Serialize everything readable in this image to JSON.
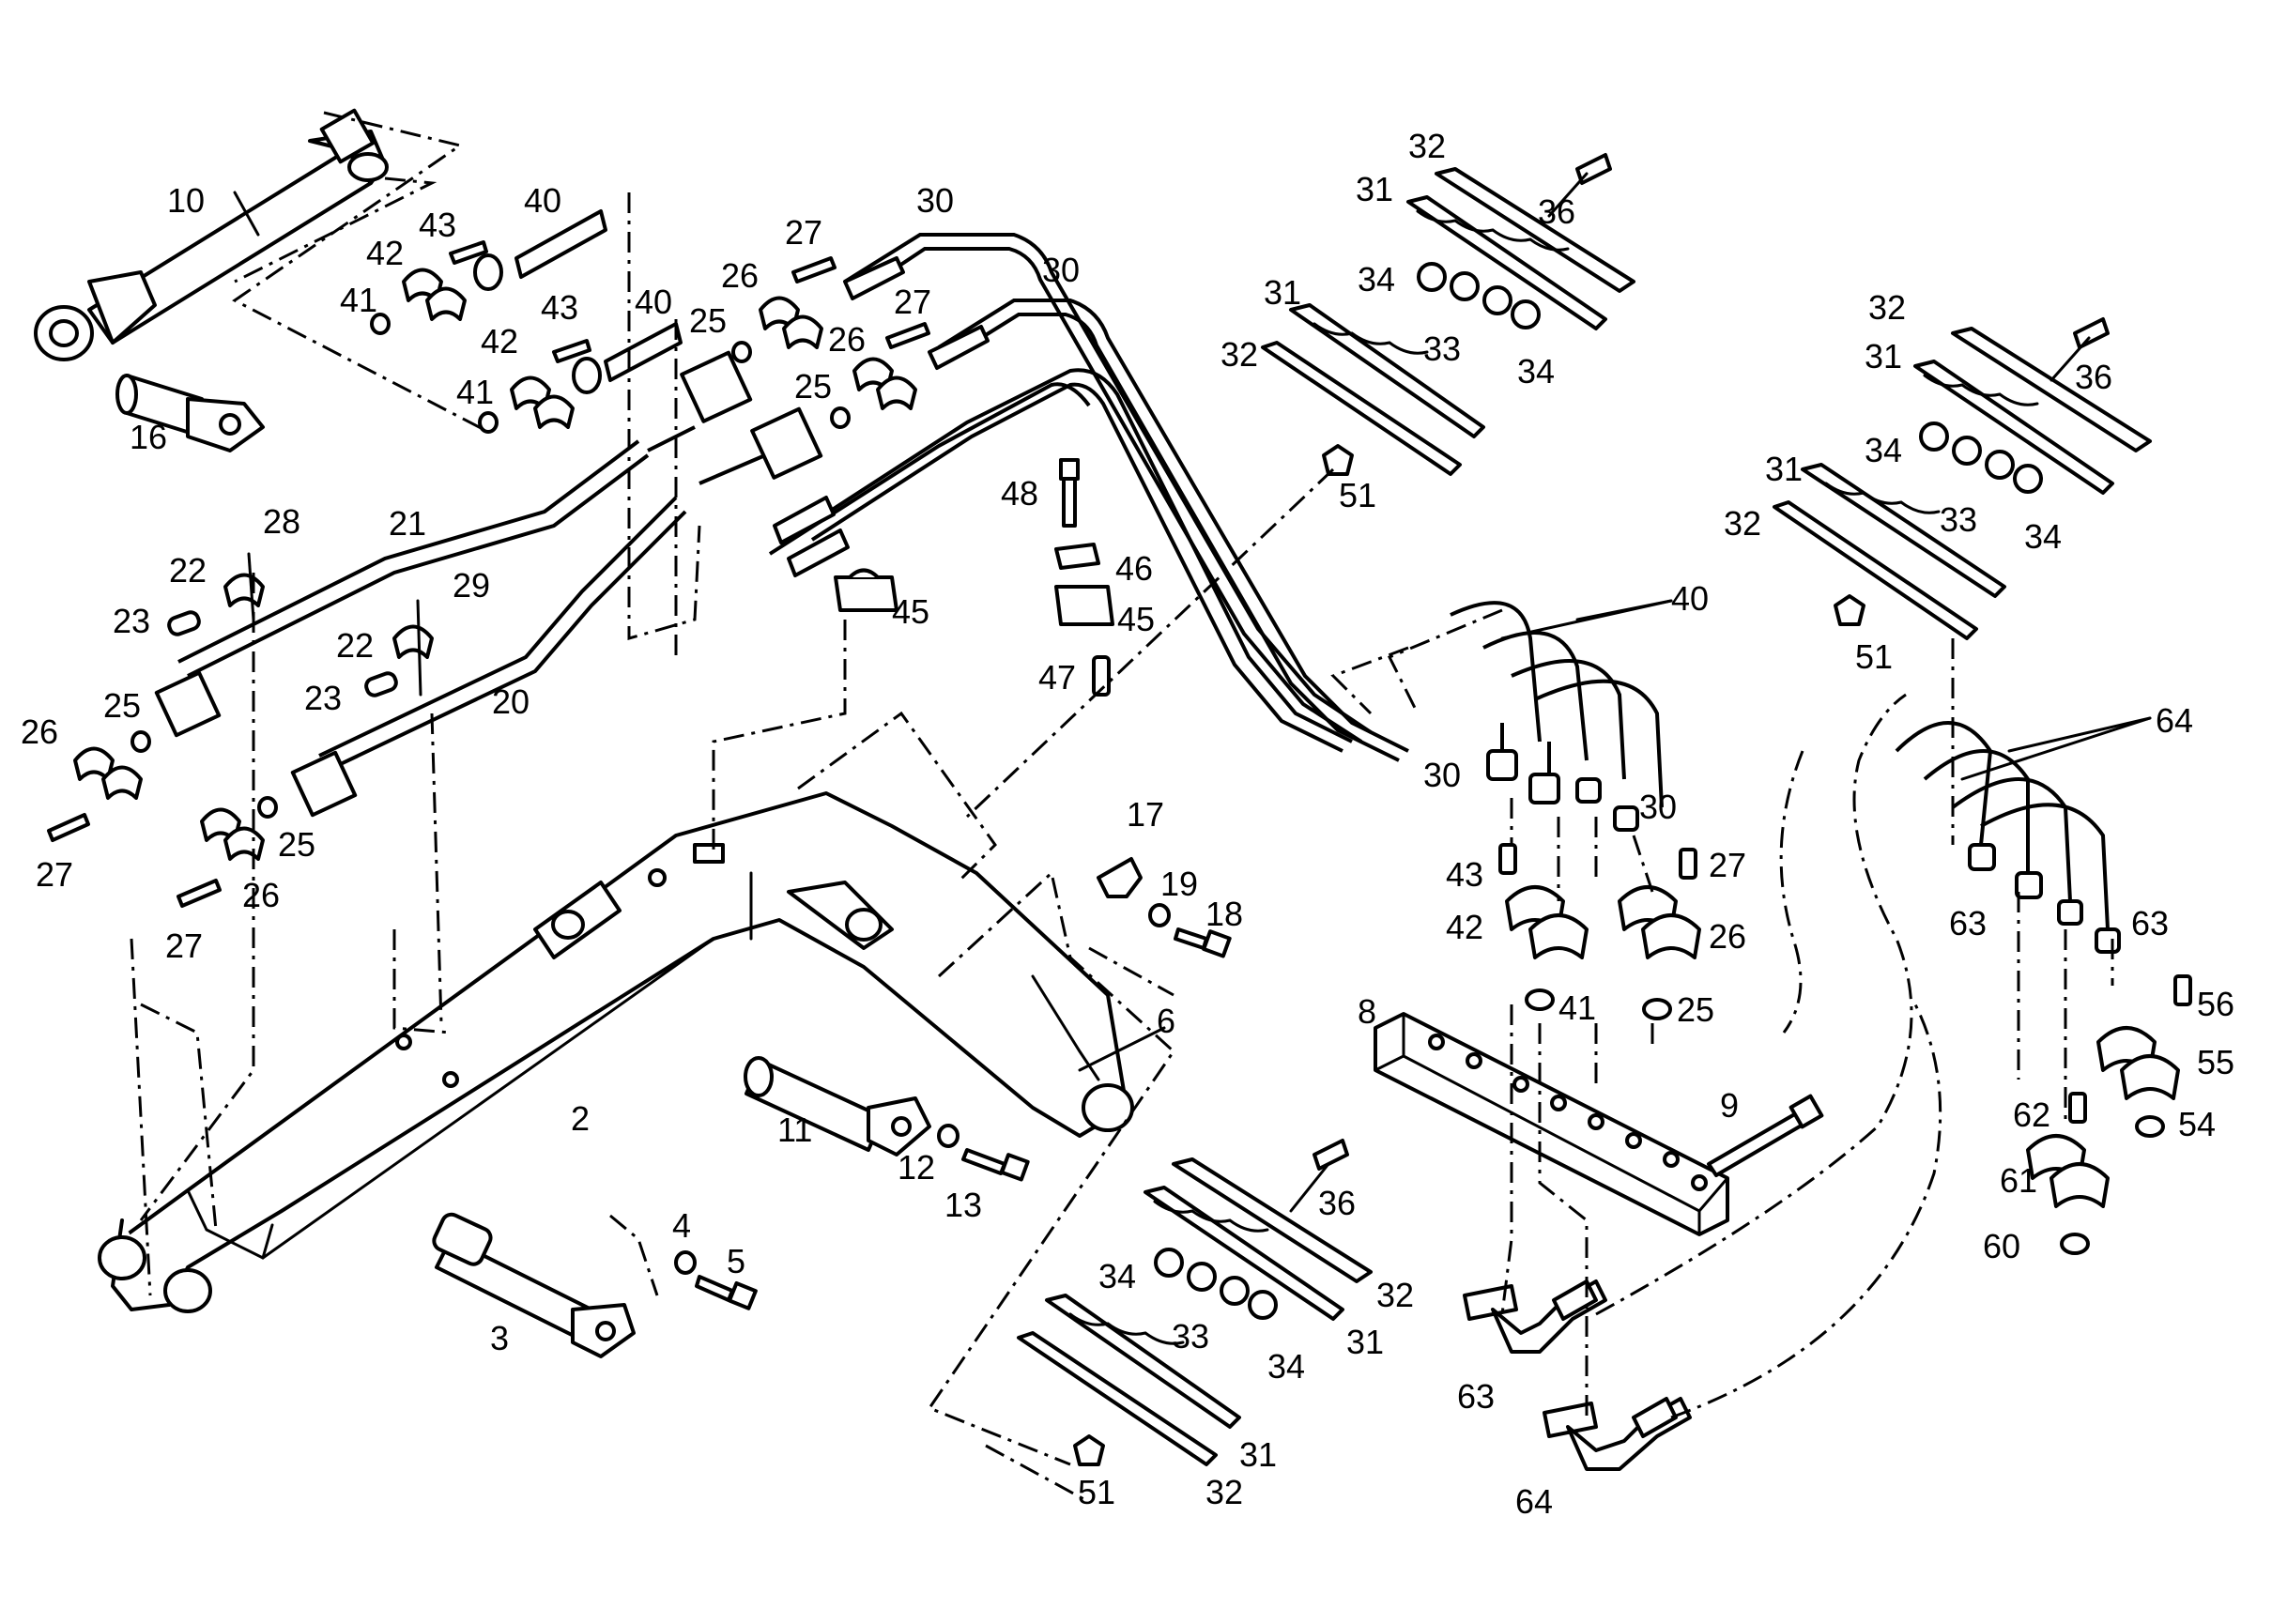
{
  "diagram": {
    "colors": {
      "line": "#000000",
      "background": "#ffffff"
    },
    "callouts": [
      {
        "id": "c10",
        "text": "10"
      },
      {
        "id": "c16",
        "text": "16"
      },
      {
        "id": "c40a",
        "text": "40"
      },
      {
        "id": "c43a",
        "text": "43"
      },
      {
        "id": "c42a",
        "text": "42"
      },
      {
        "id": "c41a",
        "text": "41"
      },
      {
        "id": "c43b",
        "text": "43"
      },
      {
        "id": "c40b",
        "text": "40"
      },
      {
        "id": "c42b",
        "text": "42"
      },
      {
        "id": "c41b",
        "text": "41"
      },
      {
        "id": "c25a",
        "text": "25"
      },
      {
        "id": "c27a",
        "text": "27"
      },
      {
        "id": "c26a",
        "text": "26"
      },
      {
        "id": "c30a",
        "text": "30"
      },
      {
        "id": "c30b",
        "text": "30"
      },
      {
        "id": "c27b",
        "text": "27"
      },
      {
        "id": "c26b",
        "text": "26"
      },
      {
        "id": "c25b",
        "text": "25"
      },
      {
        "id": "c28",
        "text": "28"
      },
      {
        "id": "c21",
        "text": "21"
      },
      {
        "id": "c22a",
        "text": "22"
      },
      {
        "id": "c23a",
        "text": "23"
      },
      {
        "id": "c29",
        "text": "29"
      },
      {
        "id": "c22b",
        "text": "22"
      },
      {
        "id": "c23b",
        "text": "23"
      },
      {
        "id": "c20",
        "text": "20"
      },
      {
        "id": "c26c",
        "text": "26"
      },
      {
        "id": "c25c",
        "text": "25"
      },
      {
        "id": "c27c",
        "text": "27"
      },
      {
        "id": "c25d",
        "text": "25"
      },
      {
        "id": "c26d",
        "text": "26"
      },
      {
        "id": "c27d",
        "text": "27"
      },
      {
        "id": "c48",
        "text": "48"
      },
      {
        "id": "c46",
        "text": "46"
      },
      {
        "id": "c45a",
        "text": "45"
      },
      {
        "id": "c45b",
        "text": "45"
      },
      {
        "id": "c47",
        "text": "47"
      },
      {
        "id": "c32a",
        "text": "32"
      },
      {
        "id": "c31a",
        "text": "31"
      },
      {
        "id": "c36a",
        "text": "36"
      },
      {
        "id": "c34a",
        "text": "34"
      },
      {
        "id": "c31b",
        "text": "31"
      },
      {
        "id": "c33a",
        "text": "33"
      },
      {
        "id": "c32b",
        "text": "32"
      },
      {
        "id": "c34b",
        "text": "34"
      },
      {
        "id": "c51a",
        "text": "51"
      },
      {
        "id": "c32c",
        "text": "32"
      },
      {
        "id": "c31c",
        "text": "31"
      },
      {
        "id": "c36b",
        "text": "36"
      },
      {
        "id": "c34c",
        "text": "34"
      },
      {
        "id": "c31d",
        "text": "31"
      },
      {
        "id": "c32d",
        "text": "32"
      },
      {
        "id": "c33b",
        "text": "33"
      },
      {
        "id": "c34d",
        "text": "34"
      },
      {
        "id": "c51b",
        "text": "51"
      },
      {
        "id": "c40c",
        "text": "40"
      },
      {
        "id": "c64a",
        "text": "64"
      },
      {
        "id": "c30c",
        "text": "30"
      },
      {
        "id": "c30d",
        "text": "30"
      },
      {
        "id": "c43c",
        "text": "43"
      },
      {
        "id": "c27e",
        "text": "27"
      },
      {
        "id": "c42c",
        "text": "42"
      },
      {
        "id": "c26e",
        "text": "26"
      },
      {
        "id": "c41c",
        "text": "41"
      },
      {
        "id": "c25e",
        "text": "25"
      },
      {
        "id": "c17",
        "text": "17"
      },
      {
        "id": "c19",
        "text": "19"
      },
      {
        "id": "c18",
        "text": "18"
      },
      {
        "id": "c6",
        "text": "6"
      },
      {
        "id": "c8",
        "text": "8"
      },
      {
        "id": "c9",
        "text": "9"
      },
      {
        "id": "c63a",
        "text": "63"
      },
      {
        "id": "c63b",
        "text": "63"
      },
      {
        "id": "c56",
        "text": "56"
      },
      {
        "id": "c55",
        "text": "55"
      },
      {
        "id": "c54",
        "text": "54"
      },
      {
        "id": "c62",
        "text": "62"
      },
      {
        "id": "c61",
        "text": "61"
      },
      {
        "id": "c60",
        "text": "60"
      },
      {
        "id": "c2",
        "text": "2"
      },
      {
        "id": "c11",
        "text": "11"
      },
      {
        "id": "c12",
        "text": "12"
      },
      {
        "id": "c13",
        "text": "13"
      },
      {
        "id": "c4",
        "text": "4"
      },
      {
        "id": "c5",
        "text": "5"
      },
      {
        "id": "c3",
        "text": "3"
      },
      {
        "id": "c36c",
        "text": "36"
      },
      {
        "id": "c34e",
        "text": "34"
      },
      {
        "id": "c32e",
        "text": "32"
      },
      {
        "id": "c33c",
        "text": "33"
      },
      {
        "id": "c34f",
        "text": "34"
      },
      {
        "id": "c31e",
        "text": "31"
      },
      {
        "id": "c31f",
        "text": "31"
      },
      {
        "id": "c51c",
        "text": "51"
      },
      {
        "id": "c32f",
        "text": "32"
      },
      {
        "id": "c63c",
        "text": "63"
      },
      {
        "id": "c64b",
        "text": "64"
      }
    ]
  }
}
